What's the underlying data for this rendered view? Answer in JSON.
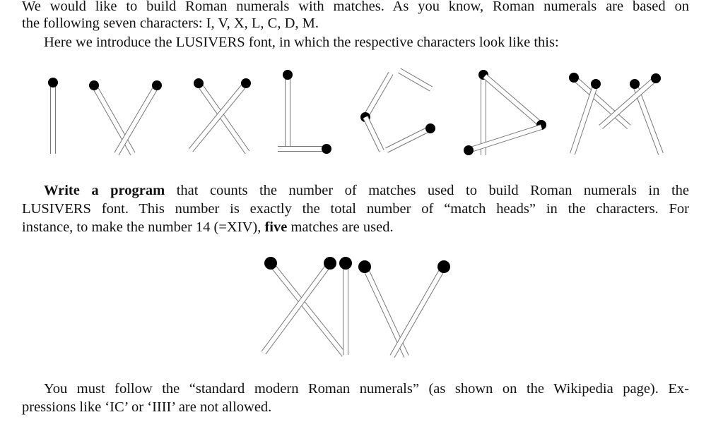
{
  "paragraphs": {
    "p1_line1": "We would like to build Roman numerals with matches. As you know, Roman numerals are based on",
    "p1_line2": "the following seven characters: I, V, X, L, C, D, M.",
    "p2": "Here we introduce the LUSIVERS font, in which the respective characters look like this:",
    "p3_bold": "Write a program",
    "p3_line1_rest": " that counts the number of matches used to build Roman numerals in the",
    "p3_line2": "LUSIVERS font. This number is exactly the total number of “match heads” in the characters. For",
    "p3_line3_a": "instance, to make the number 14 (=XIV), ",
    "p3_line3_bold": "five",
    "p3_line3_b": " matches are used.",
    "p4_line1": "You must follow the “standard modern Roman numerals” (as shown on the Wikipedia page). Ex-",
    "p4_line2": "pressions like ‘IC’ or ‘IIII’ are not allowed."
  },
  "figures": {
    "font_characters": [
      "I",
      "V",
      "X",
      "L",
      "C",
      "D",
      "M"
    ],
    "example": "XIV",
    "example_match_count": 5
  }
}
